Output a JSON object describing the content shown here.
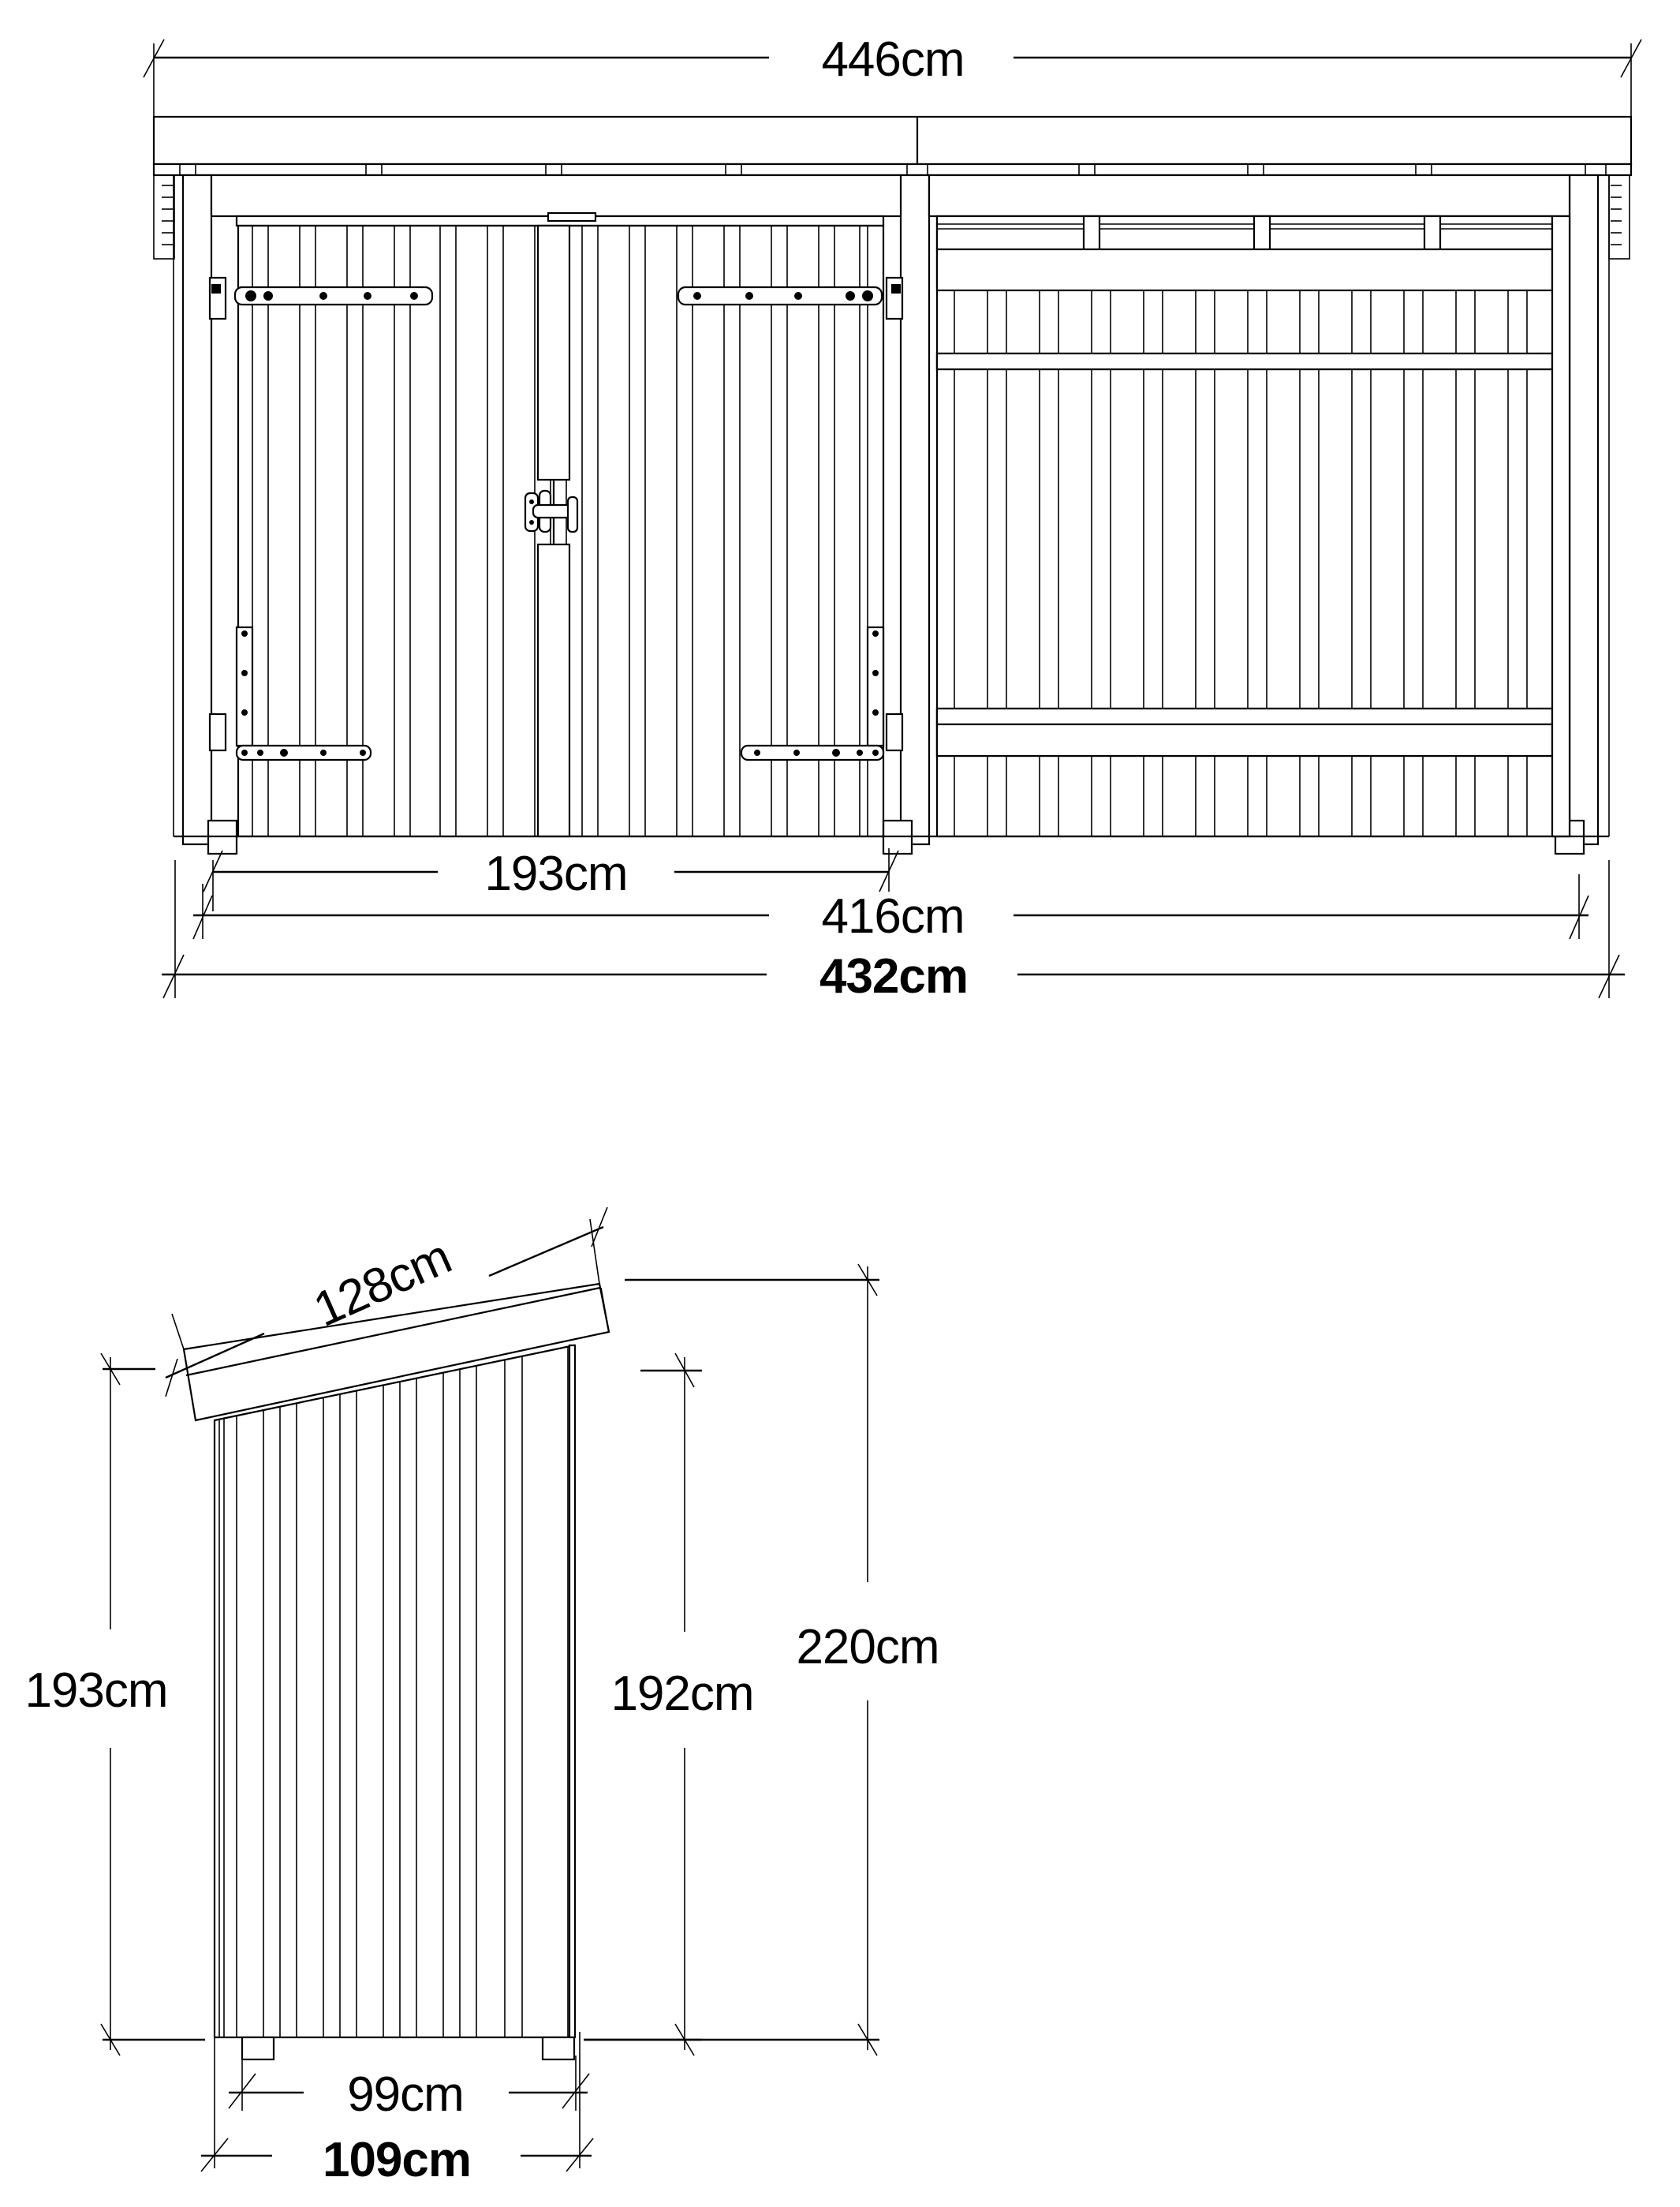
{
  "front_view": {
    "overall_roof_width": "446cm",
    "door_opening_width": "193cm",
    "post_span_width": "416cm",
    "overall_base_width": "432cm"
  },
  "side_view": {
    "roof_slope_length": "128cm",
    "front_height": "193cm",
    "rear_height": "192cm",
    "total_height": "220cm",
    "inner_depth": "99cm",
    "overall_depth": "109cm"
  },
  "icons": {
    "hinge": "strap-hinge-icon",
    "latch": "door-latch-icon"
  }
}
